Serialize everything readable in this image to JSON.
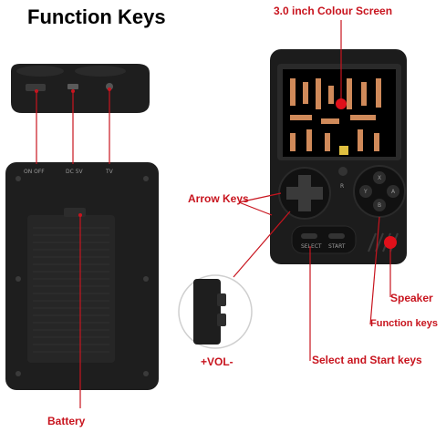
{
  "title": "Function Keys",
  "labels": {
    "screen": "3.0 inch Colour Screen",
    "arrow_keys": "Arrow Keys",
    "speaker": "Speaker",
    "function_keys": "Function keys",
    "select_start": "Select and Start keys",
    "vol": "+VOL-",
    "battery": "Battery"
  },
  "back_panel": {
    "port_on_off": "ON  OFF",
    "port_dc": "DC 5V",
    "port_tv": "TV"
  },
  "buttons": {
    "r": "R",
    "select": "SELECT",
    "start": "START",
    "x": "X",
    "y": "Y",
    "a": "A",
    "b": "B"
  },
  "colors": {
    "accent": "#c8141e",
    "device": "#1c1c1c",
    "screen": "#000000"
  }
}
